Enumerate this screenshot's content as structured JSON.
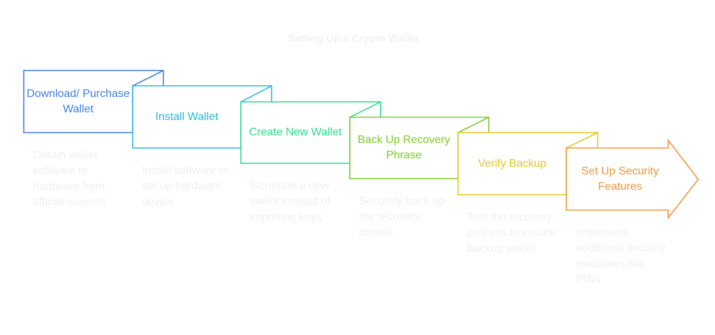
{
  "title": "Setting Up a Crypto Wallet",
  "steps": [
    {
      "label": "Download/ Purchase Wallet",
      "description": "Obtain wallet software or hardware from official sources",
      "color": "#3f7fe0"
    },
    {
      "label": "Install Wallet",
      "description": "Install software or set up hardware device",
      "color": "#26b8dc"
    },
    {
      "label": "Create New Wallet",
      "description": "Generate a new wallet instead of importing keys",
      "color": "#2fd98a"
    },
    {
      "label": "Back Up Recovery Phrase",
      "description": "Securely back up the recovery phrase",
      "color": "#7ccb2a"
    },
    {
      "label": "Verify Backup",
      "description": "Test the recovery process to ensure backup works",
      "color": "#e6c71e"
    },
    {
      "label": "Set Up Security Features",
      "description": "Implement additional security measures like PINs",
      "color": "#f0963a"
    }
  ]
}
